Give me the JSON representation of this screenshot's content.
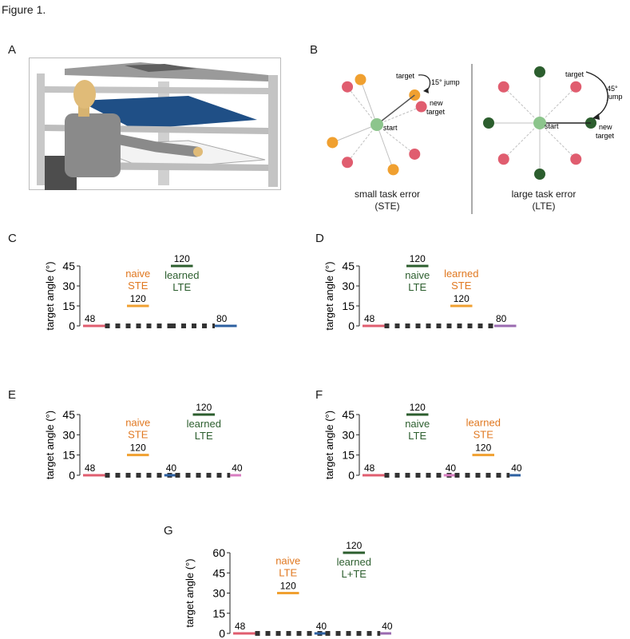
{
  "figure_title": "Figure 1.",
  "panels": {
    "A": {
      "label": "A"
    },
    "B": {
      "label": "B",
      "left": {
        "target": "target",
        "jump": "15° jump",
        "new_target": "new",
        "new_target_2": "target",
        "start": "start",
        "caption_1": "small task error",
        "caption_2": "(STE)"
      },
      "right": {
        "target": "target",
        "jump_1": "45°",
        "jump_2": "jump",
        "new_target": "new",
        "new_target_2": "target",
        "start": "start",
        "caption_1": "large task error",
        "caption_2": "(LTE)"
      }
    }
  },
  "colors": {
    "red": "#e05d6f",
    "orange": "#f0a030",
    "green": "#2c5e2e",
    "light_green": "#8cc58c",
    "blue": "#2c5fa0",
    "purple": "#9a6ab0",
    "pink": "#d87cc0",
    "orange_text": "#e07820",
    "green_text": "#2c5e2e"
  },
  "chart_data": [
    {
      "panel": "C",
      "type": "timeline",
      "ylabel": "target angle (°)",
      "yticks": [
        0,
        15,
        30,
        45
      ],
      "ylim": [
        0,
        45
      ],
      "blocks": [
        {
          "start": 0,
          "end": 1,
          "y": 0,
          "count": "48",
          "color": "red"
        },
        {
          "start": 2,
          "end": 3,
          "y": 15,
          "count": "120",
          "color": "orange",
          "label1": "naive",
          "label2": "STE",
          "label_color": "orange_text"
        },
        {
          "start": 4,
          "end": 5,
          "y": 45,
          "count": "120",
          "color": "green",
          "label1": "learned",
          "label2": "LTE",
          "label_color": "green_text"
        },
        {
          "start": 6,
          "end": 7,
          "y": 0,
          "count": "80",
          "color": "blue"
        }
      ],
      "gaps": [
        [
          1,
          4
        ],
        [
          4,
          6
        ]
      ]
    },
    {
      "panel": "D",
      "type": "timeline",
      "ylabel": "target angle (°)",
      "yticks": [
        0,
        15,
        30,
        45
      ],
      "ylim": [
        0,
        45
      ],
      "blocks": [
        {
          "start": 0,
          "end": 1,
          "y": 0,
          "count": "48",
          "color": "red"
        },
        {
          "start": 2,
          "end": 3,
          "y": 45,
          "count": "120",
          "color": "green",
          "label1": "naive",
          "label2": "LTE",
          "label_color": "green_text"
        },
        {
          "start": 4,
          "end": 5,
          "y": 15,
          "count": "120",
          "color": "orange",
          "label1": "learned",
          "label2": "STE",
          "label_color": "orange_text"
        },
        {
          "start": 6,
          "end": 7,
          "y": 0,
          "count": "80",
          "color": "purple"
        }
      ],
      "gaps": [
        [
          1,
          6
        ]
      ]
    },
    {
      "panel": "E",
      "type": "timeline",
      "ylabel": "target angle (°)",
      "yticks": [
        0,
        15,
        30,
        45
      ],
      "ylim": [
        0,
        45
      ],
      "blocks": [
        {
          "start": 0,
          "end": 1,
          "y": 0,
          "count": "48",
          "color": "red"
        },
        {
          "start": 2,
          "end": 3,
          "y": 15,
          "count": "120",
          "color": "orange",
          "label1": "naive",
          "label2": "STE",
          "label_color": "orange_text"
        },
        {
          "start": 3.7,
          "end": 4.2,
          "y": 0,
          "count": "40",
          "color": "blue"
        },
        {
          "start": 5,
          "end": 6,
          "y": 45,
          "count": "120",
          "color": "green",
          "label1": "learned",
          "label2": "LTE",
          "label_color": "green_text"
        },
        {
          "start": 6.7,
          "end": 7.2,
          "y": 0,
          "count": "40",
          "color": "pink"
        }
      ],
      "gaps": [
        [
          1,
          4.2
        ],
        [
          4.2,
          6.7
        ]
      ]
    },
    {
      "panel": "F",
      "type": "timeline",
      "ylabel": "target angle (°)",
      "yticks": [
        0,
        15,
        30,
        45
      ],
      "ylim": [
        0,
        45
      ],
      "blocks": [
        {
          "start": 0,
          "end": 1,
          "y": 0,
          "count": "48",
          "color": "red"
        },
        {
          "start": 2,
          "end": 3,
          "y": 45,
          "count": "120",
          "color": "green",
          "label1": "naive",
          "label2": "LTE",
          "label_color": "green_text"
        },
        {
          "start": 3.7,
          "end": 4.2,
          "y": 0,
          "count": "40",
          "color": "pink"
        },
        {
          "start": 5,
          "end": 6,
          "y": 15,
          "count": "120",
          "color": "orange",
          "label1": "learned",
          "label2": "STE",
          "label_color": "orange_text"
        },
        {
          "start": 6.7,
          "end": 7.2,
          "y": 0,
          "count": "40",
          "color": "blue"
        }
      ],
      "gaps": [
        [
          1,
          4.2
        ],
        [
          4.2,
          6.7
        ]
      ]
    },
    {
      "panel": "G",
      "type": "timeline",
      "ylabel": "target angle (°)",
      "yticks": [
        0,
        15,
        30,
        45,
        60
      ],
      "ylim": [
        0,
        60
      ],
      "blocks": [
        {
          "start": 0,
          "end": 1,
          "y": 0,
          "count": "48",
          "color": "red"
        },
        {
          "start": 2,
          "end": 3,
          "y": 30,
          "count": "120",
          "color": "orange",
          "label1": "naive",
          "label2": "LTE",
          "label_color": "orange_text"
        },
        {
          "start": 3.7,
          "end": 4.2,
          "y": 0,
          "count": "40",
          "color": "blue"
        },
        {
          "start": 5,
          "end": 6,
          "y": 60,
          "count": "120",
          "color": "green",
          "label1": "learned",
          "label2": "L+TE",
          "label_color": "green_text"
        },
        {
          "start": 6.7,
          "end": 7.2,
          "y": 0,
          "count": "40",
          "color": "purple"
        }
      ],
      "gaps": [
        [
          1,
          4.2
        ],
        [
          4.2,
          6.7
        ]
      ]
    }
  ]
}
